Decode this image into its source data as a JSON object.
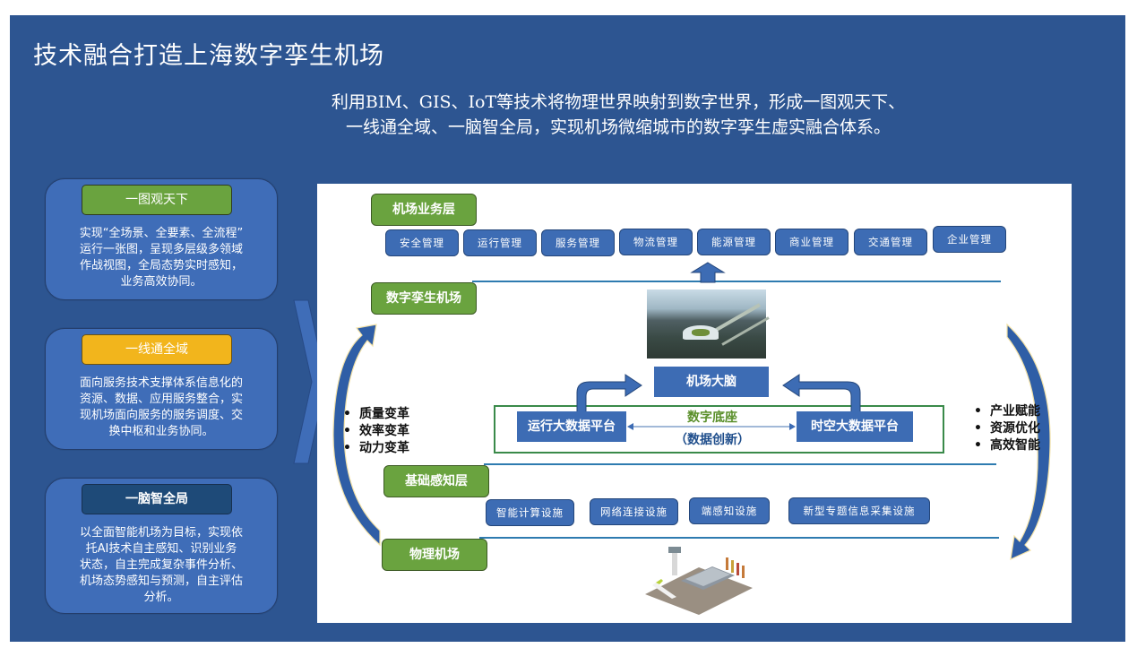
{
  "title": "技术融合打造上海数字孪生机场",
  "subtitle": {
    "line1": "利用BIM、GIS、IoT等技术将物理世界映射到数字世界，形成一图观天下、",
    "line2": "一线通全域、一脑智全局，实现机场微缩城市的数字孪生虚实融合体系。"
  },
  "cards": [
    {
      "label": "一图观天下",
      "color": "#6aa33f",
      "lines": [
        "实现“全场景、全要素、全流程”",
        "运行一张图，呈现多层级多领域",
        "作战视图，全局态势实时感知，",
        "业务高效协同。"
      ]
    },
    {
      "label": "一线通全域",
      "color": "#f2b51c",
      "lines": [
        "面向服务技术支撑体系信息化的",
        "资源、数据、应用服务整合，实",
        "现机场面向服务的服务调度、交",
        "换中枢和业务协同。"
      ]
    },
    {
      "label": "一脑智全局",
      "color": "#1e4a78",
      "lines": [
        "以全面智能机场为目标，实现依",
        "托AI技术自主感知、识别业务",
        "状态，自主完成复杂事件分析、",
        "机场态势感知与预测，自主评估",
        "分析。"
      ]
    }
  ],
  "diagram": {
    "layers": {
      "business": "机场业务层",
      "twin": "数字孪生机场",
      "perception": "基础感知层",
      "physical": "物理机场"
    },
    "business_items": [
      "安全管理",
      "运行管理",
      "服务管理",
      "物流管理",
      "能源管理",
      "商业管理",
      "交通管理",
      "企业管理"
    ],
    "brain": "机场大脑",
    "platform_left": "运行大数据平台",
    "platform_right": "时空大数据平台",
    "base_title": "数字底座",
    "base_sub": "（数据创新）",
    "infra_items": [
      "智能计算设施",
      "网络连接设施",
      "端感知设施",
      "新型专题信息采集设施"
    ],
    "left_bullets": [
      "质量变革",
      "效率变革",
      "动力变革"
    ],
    "right_bullets": [
      "产业赋能",
      "资源优化",
      "高效智能"
    ],
    "images": {
      "twin_photo": "airport-aerial-photo",
      "physical_illustration": "isometric-airport-illustration"
    }
  },
  "colors": {
    "background": "#2d5591",
    "card": "#3f6db8",
    "layer_green": "#6aa33f",
    "button_blue": "#3d6cb4",
    "base_border": "#3a8a4a"
  }
}
